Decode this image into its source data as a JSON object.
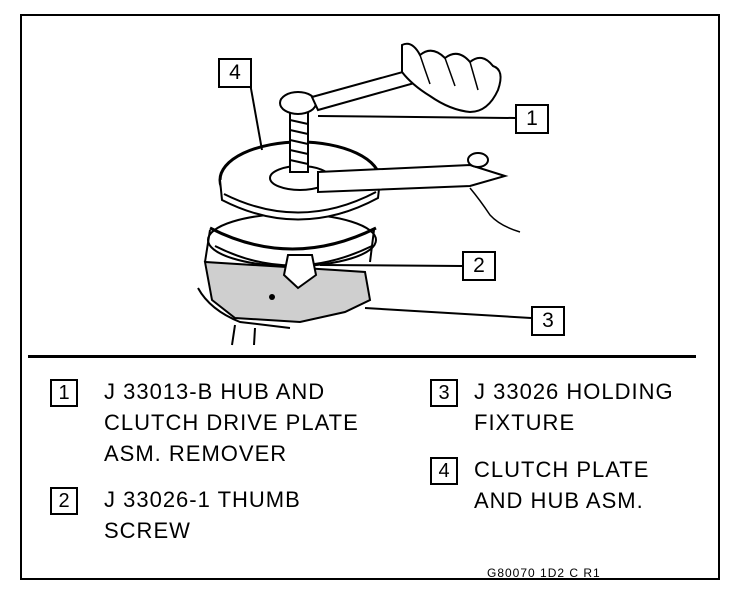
{
  "callouts": {
    "c1": "1",
    "c2": "2",
    "c3": "3",
    "c4": "4"
  },
  "legend": [
    {
      "num": "1",
      "lines": [
        "J 33013-B HUB AND",
        "CLUTCH DRIVE PLATE",
        "ASM. REMOVER"
      ]
    },
    {
      "num": "2",
      "lines": [
        "J 33026-1 THUMB",
        "SCREW"
      ]
    },
    {
      "num": "3",
      "lines": [
        "J 33026 HOLDING",
        "FIXTURE"
      ]
    },
    {
      "num": "4",
      "lines": [
        "CLUTCH PLATE",
        "AND HUB ASM."
      ]
    }
  ],
  "figure_code": "G80070 1D2 C R1"
}
